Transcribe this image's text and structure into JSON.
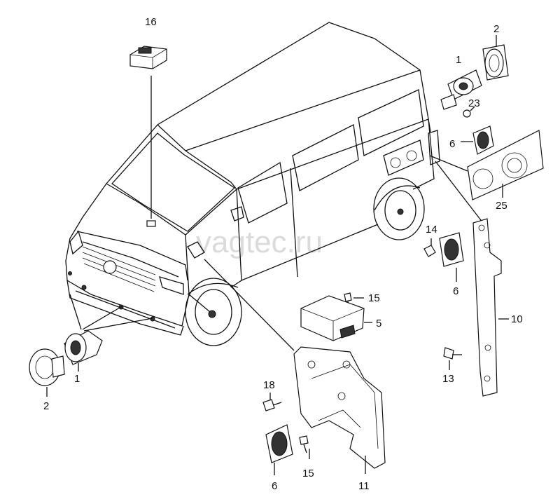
{
  "watermark": "vagtec.ru",
  "callouts": {
    "c16": "16",
    "c2_top": "2",
    "c1_top": "1",
    "c23": "23",
    "c6_top": "6",
    "c25": "25",
    "c14": "14",
    "c6_mid": "6",
    "c10": "10",
    "c15_top": "15",
    "c5": "5",
    "c13": "13",
    "c1_left": "1",
    "c2_left": "2",
    "c18": "18",
    "c15_bottom": "15",
    "c6_bottom": "6",
    "c11": "11"
  }
}
